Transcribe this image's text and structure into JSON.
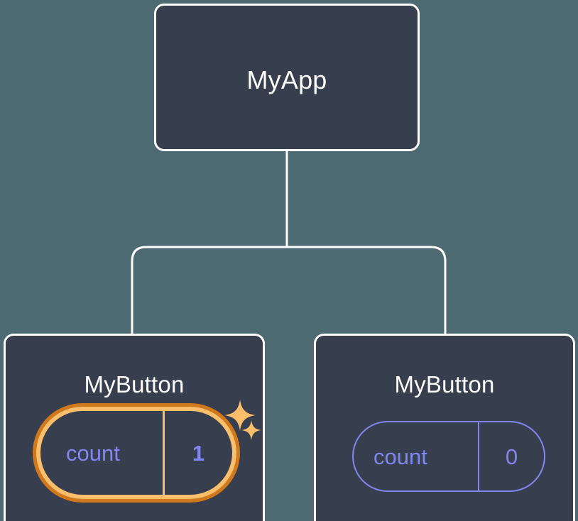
{
  "diagram": {
    "type": "component-tree",
    "title_text": "MyApp",
    "background_color": "#4d6a72",
    "card_fill_color": "#373e4d",
    "card_border_color": "#ffffff",
    "accent_highlight_color": "#fbbf6b",
    "accent_glow_color": "#d2781c",
    "state_text_color": "#8186f0",
    "connector_color": "#ffffff"
  },
  "root": {
    "label": "MyApp"
  },
  "children": [
    {
      "label": "MyButton",
      "state": {
        "name": "count",
        "value": "1"
      },
      "highlighted": true,
      "sparkles": [
        {
          "name": "sparkle-large"
        },
        {
          "name": "sparkle-small"
        }
      ]
    },
    {
      "label": "MyButton",
      "state": {
        "name": "count",
        "value": "0"
      },
      "highlighted": false
    }
  ]
}
